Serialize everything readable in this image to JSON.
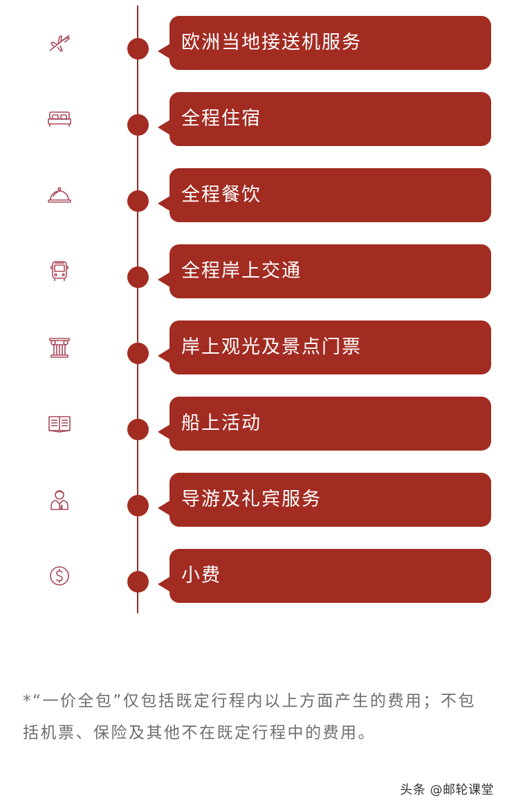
{
  "items": [
    {
      "label": "欧洲当地接送机服务",
      "icon": "airplane-icon"
    },
    {
      "label": "全程住宿",
      "icon": "bed-icon"
    },
    {
      "label": "全程餐饮",
      "icon": "cloche-icon"
    },
    {
      "label": "全程岸上交通",
      "icon": "bus-icon"
    },
    {
      "label": "岸上观光及景点门票",
      "icon": "column-icon"
    },
    {
      "label": "船上活动",
      "icon": "book-icon"
    },
    {
      "label": "导游及礼宾服务",
      "icon": "guide-icon"
    },
    {
      "label": "小费",
      "icon": "dollar-icon"
    }
  ],
  "note": "*“一价全包”仅包括既定行程内以上方面产生的费用；不包括机票、保险及其他不在既定行程中的费用。",
  "watermark": "头条 @邮轮课堂",
  "colors": {
    "accent": "#a22c22",
    "icon_stroke": "#a8485a",
    "note_text": "#6e6e6e"
  }
}
